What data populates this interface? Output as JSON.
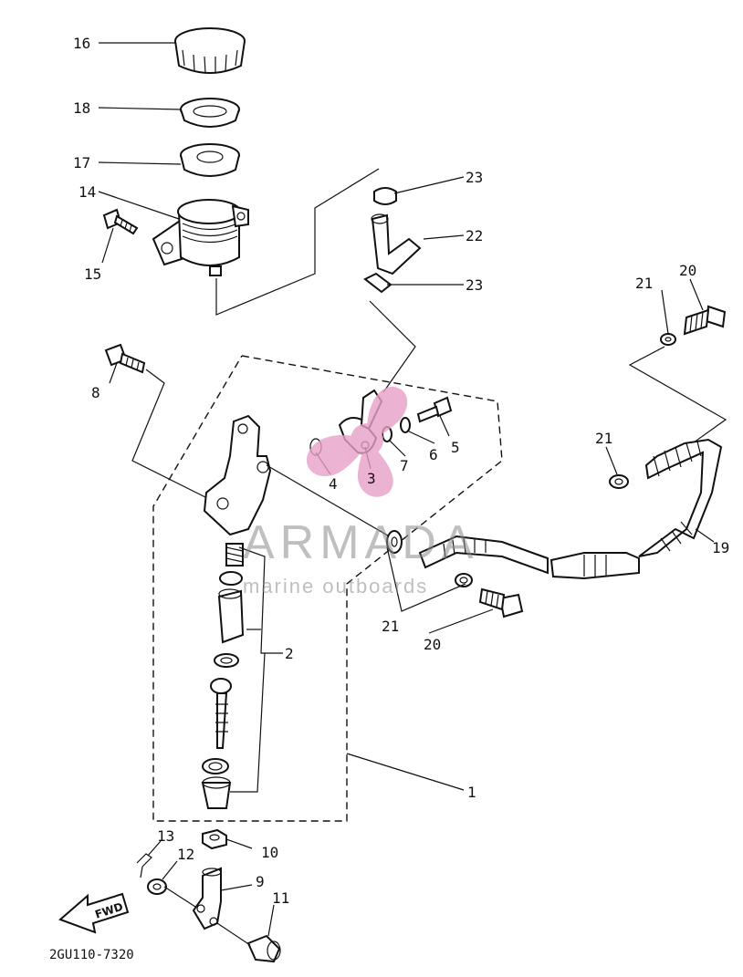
{
  "diagram": {
    "part_labels": {
      "p1": "1",
      "p2": "2",
      "p3": "3",
      "p4": "4",
      "p5": "5",
      "p6": "6",
      "p7": "7",
      "p8": "8",
      "p9": "9",
      "p10": "10",
      "p11": "11",
      "p12": "12",
      "p13": "13",
      "p14": "14",
      "p15": "15",
      "p16": "16",
      "p17": "17",
      "p18": "18",
      "p19": "19",
      "p20a": "20",
      "p20b": "20",
      "p21a": "21",
      "p21b": "21",
      "p21c": "21",
      "p22": "22",
      "p23a": "23",
      "p23b": "23"
    },
    "fwd_label": "FWD",
    "diagram_code": "2GU110-7320"
  },
  "watermark": {
    "brand": "ARMADA",
    "tagline": "marine outboards",
    "logo_color": "#e8a0c8"
  }
}
